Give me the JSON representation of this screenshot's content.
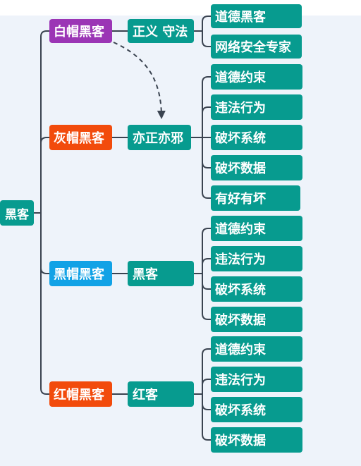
{
  "colors": {
    "teal": "#079b8f",
    "purple": "#9b35b5",
    "orange": "#f24b0c",
    "blue": "#11a2e6",
    "line": "#3a4350",
    "background": "#eef3fa"
  },
  "root": {
    "label": "黑客"
  },
  "groups": [
    {
      "label": "白帽黑客",
      "color": "purple",
      "mid": "正义 守法",
      "leaves": [
        "道德黑客",
        "网络安全专家"
      ]
    },
    {
      "label": "灰帽黑客",
      "color": "orange",
      "mid": "亦正亦邪",
      "leaves": [
        "道德约束",
        "违法行为",
        "破坏系统",
        "破坏数据",
        "有好有坏"
      ]
    },
    {
      "label": "黑帽黑客",
      "color": "blue",
      "mid": "黑客",
      "leaves": [
        "道德约束",
        "违法行为",
        "破坏系统",
        "破坏数据"
      ]
    },
    {
      "label": "红帽黑客",
      "color": "orange",
      "mid": "红客",
      "leaves": [
        "道德约束",
        "违法行为",
        "破坏系统",
        "破坏数据"
      ]
    }
  ]
}
